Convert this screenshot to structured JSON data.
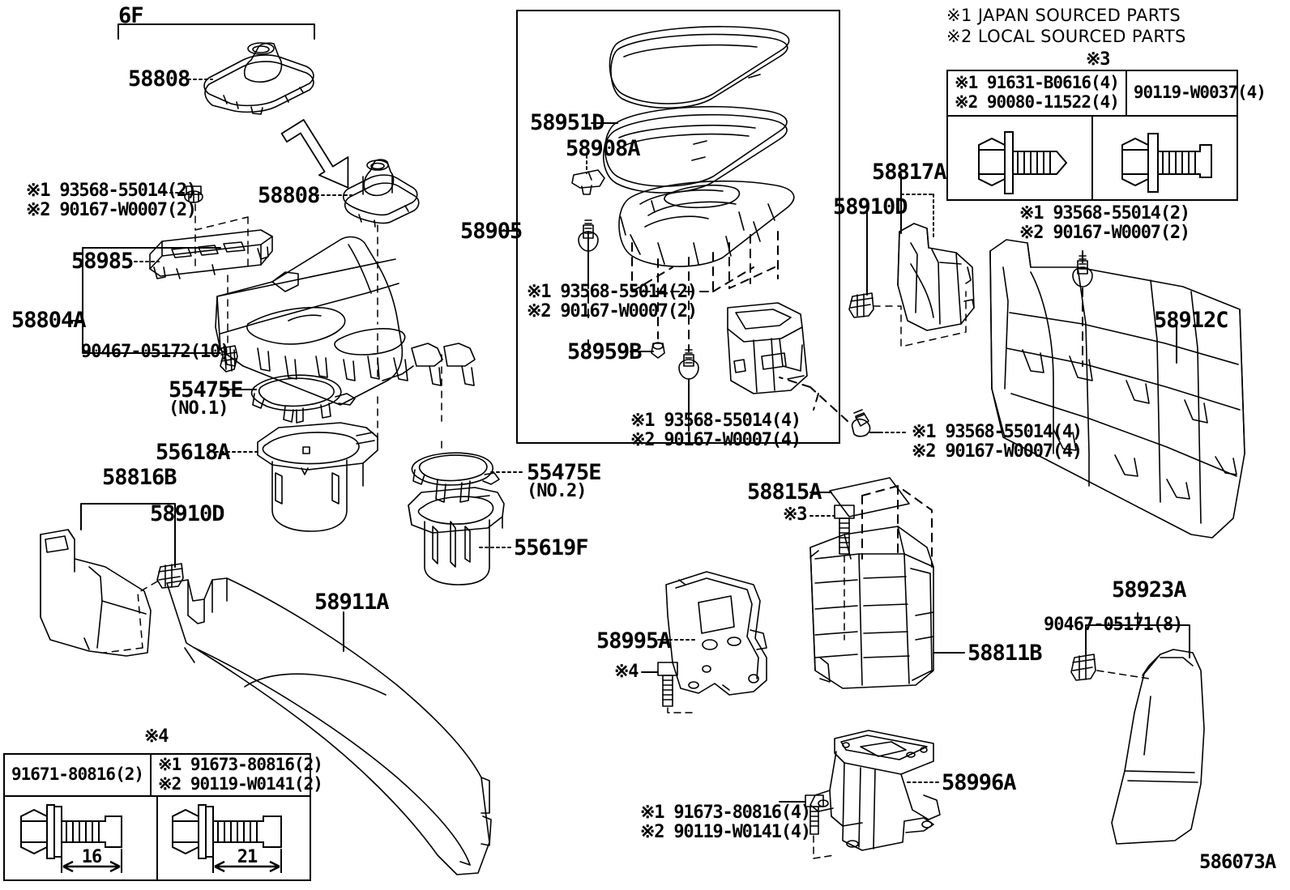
{
  "diagram": {
    "figure_number": "586073A",
    "group_marker": "6F",
    "notes": [
      "※1 JAPAN SOURCED PARTS",
      "※2 LOCAL SOURCED PARTS"
    ]
  },
  "labels": {
    "shift_boot_upper": "58808",
    "shift_boot_lower": "58808",
    "upper_panel_garnish": "58985",
    "console_upper_panel": "58804A",
    "console_clip": "90467-05172(10)",
    "cupholder_ring_no1": "55475E",
    "cupholder_ring_no1_sub": "(NO.1)",
    "cupholder_insert": "55618A",
    "cupholder_ring_no2": "55475E",
    "cupholder_ring_no2_sub": "(NO.2)",
    "cup_insert_lower": "55619F",
    "console_side_panel_left": "58816B",
    "console_clip_left": "58910D",
    "console_body_left": "58911A",
    "armrest_lid_pad": "58951D",
    "armrest_hinge": "58908A",
    "armrest_assembly": "58905",
    "armrest_damper": "58959B",
    "console_rear_duct": "58817A",
    "console_clip_rear": "58910D",
    "console_side_panel_right": "58912C",
    "console_mat": "58815A",
    "console_bracket_front": "58995A",
    "console_box_body": "58811B",
    "console_bracket_rear": "58996A",
    "console_rear_garnish": "58923A",
    "console_rear_clip": "90467-05171(8)"
  },
  "fastener_callouts": {
    "shift_boot_screws": {
      "line1": "※1 93568-55014(2)",
      "line2": "※2 90167-W0007(2)"
    },
    "armrest_screws_2": {
      "line1": "※1 93568-55014(2)",
      "line2": "※2 90167-W0007(2)"
    },
    "armrest_screws_4": {
      "line1": "※1 93568-55014(4)",
      "line2": "※2 90167-W0007(4)"
    },
    "console_box_screws_4": {
      "line1": "※1 93568-55014(4)",
      "line2": "※2 90167-W0007(4)"
    },
    "side_panel_screws_2": {
      "line1": "※1 93568-55014(2)",
      "line2": "※2 90167-W0007(2)"
    },
    "rear_bracket_bolts_4": {
      "line1": "※1 91673-80816(4)",
      "line2": "※2 90119-W0141(4)"
    },
    "mark3_ref": "※3",
    "mark4_ref": "※4"
  },
  "legend_top_right": {
    "marker": "※3",
    "left_cell": {
      "line1": "※1 91631-B0616(4)",
      "line2": "※2 90080-11522(4)"
    },
    "right_cell": {
      "line1": "90119-W0037(4)"
    }
  },
  "legend_bottom_left": {
    "marker": "※4",
    "left_cell": {
      "line1": "91671-80816(2)",
      "dimension": "16"
    },
    "right_cell": {
      "line1": "※1 91673-80816(2)",
      "line2": "※2 90119-W0141(2)",
      "dimension": "21"
    }
  }
}
